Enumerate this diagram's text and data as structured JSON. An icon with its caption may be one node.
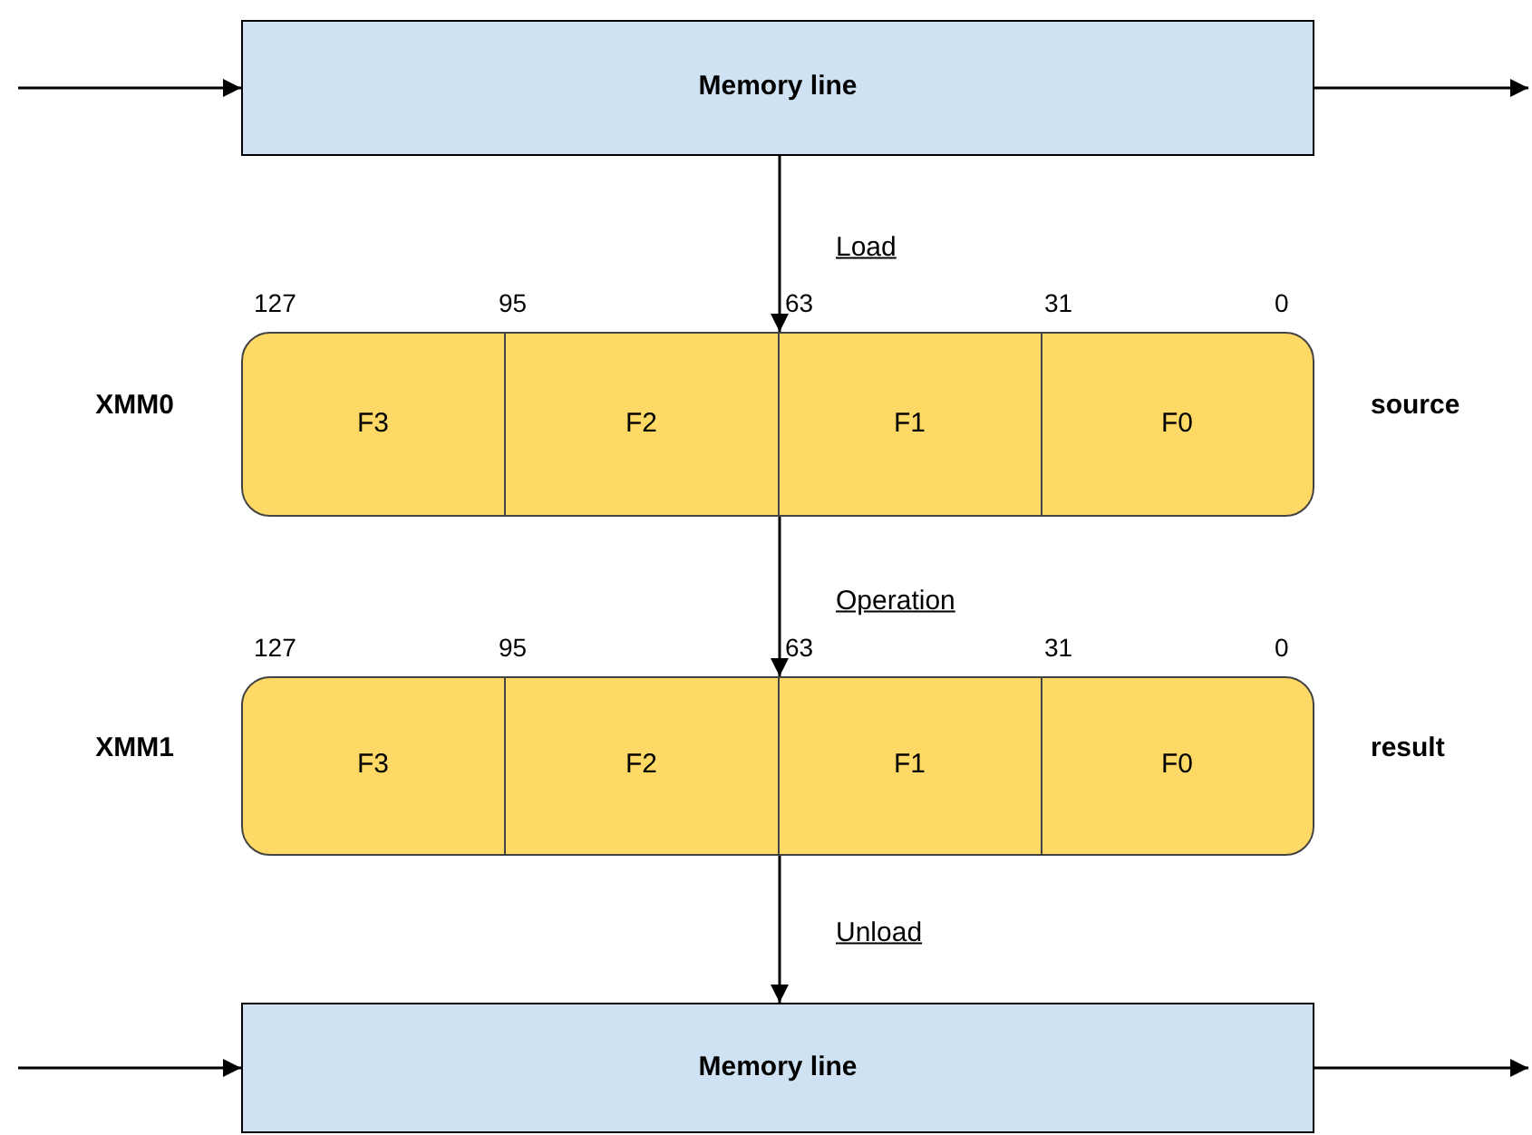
{
  "diagram": {
    "nodes": [
      {
        "text": [
          "Memory line"
        ]
      },
      {
        "text": [
          "XMM0"
        ],
        "beside": [
          "source"
        ]
      },
      {
        "text": [
          "F3"
        ],
        "in": 1
      },
      {
        "text": [
          "F2"
        ],
        "in": 1
      },
      {
        "text": [
          "F1"
        ],
        "in": 1
      },
      {
        "text": [
          "F0"
        ],
        "in": 1
      },
      {
        "text": [
          "XMM1"
        ],
        "beside": [
          "result"
        ]
      },
      {
        "text": [
          "F3"
        ],
        "in": 6
      },
      {
        "text": [
          "F2"
        ],
        "in": 6
      },
      {
        "text": [
          "F1"
        ],
        "in": 6
      },
      {
        "text": [
          "F0"
        ],
        "in": 6
      },
      {
        "text": [
          "Memory line"
        ]
      }
    ],
    "edges": [
      {
        "from": null,
        "to": 0,
        "arrow": "to"
      },
      {
        "from": 0,
        "to": null,
        "arrow": "to"
      },
      {
        "from": 0,
        "to": 1,
        "arrow": "to",
        "label": "Load"
      },
      {
        "from": 1,
        "to": 6,
        "arrow": "to",
        "label": "Operation"
      },
      {
        "from": 6,
        "to": 11,
        "arrow": "to",
        "label": "Unload"
      },
      {
        "from": null,
        "to": 11,
        "arrow": "to"
      },
      {
        "from": 11,
        "to": null,
        "arrow": "to"
      }
    ],
    "labels": [
      "127",
      "95",
      "63",
      "31",
      "0",
      "127",
      "95",
      "63",
      "31",
      "0"
    ]
  }
}
